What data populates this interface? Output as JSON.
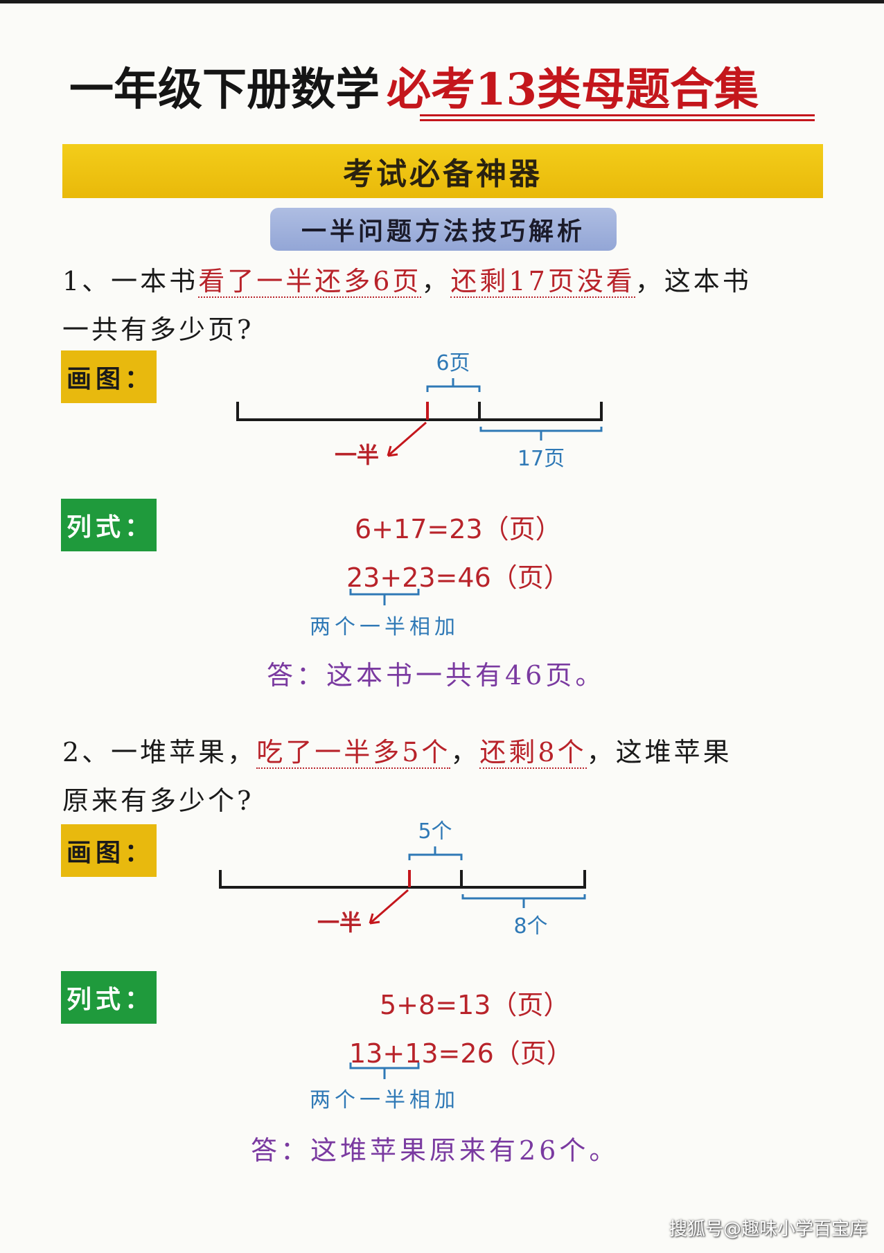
{
  "header": {
    "title_black": "一年级下册数学",
    "title_red": "必考13类母题合集",
    "banner": "考试必备神器",
    "subtitle": "一半问题方法技巧解析"
  },
  "tags": {
    "draw": "画图：",
    "formula": "列式："
  },
  "problem1": {
    "line1_a": "1、一本书",
    "line1_b": "看了一半还多6页",
    "line1_c": "，",
    "line1_d": "还剩17页没看",
    "line1_e": "，这本书",
    "line2": "一共有多少页?",
    "diagram": {
      "top_label": "6页",
      "half_label": "一半",
      "bottom_label": "17页"
    },
    "eq1": "6+17=23（页）",
    "eq2": "23+23=46（页）",
    "note": "两个一半相加",
    "answer": "答：这本书一共有46页。"
  },
  "problem2": {
    "line1_a": "2、一堆苹果，",
    "line1_b": "吃了一半多5个",
    "line1_c": "，",
    "line1_d": "还剩8个",
    "line1_e": "，这堆苹果",
    "line2": "原来有多少个?",
    "diagram": {
      "top_label": "5个",
      "half_label": "一半",
      "bottom_label": "8个"
    },
    "eq1": "5+8=13（页）",
    "eq2": "13+13=26（页）",
    "note": "两个一半相加",
    "answer": "答：这堆苹果原来有26个。"
  },
  "watermark": "搜狐号@趣味小学百宝库",
  "colors": {
    "red": "#b8232a",
    "blue": "#2f79b6",
    "purple": "#7a3aa0",
    "yellow": "#e8b90e",
    "green": "#1f9a3c"
  }
}
